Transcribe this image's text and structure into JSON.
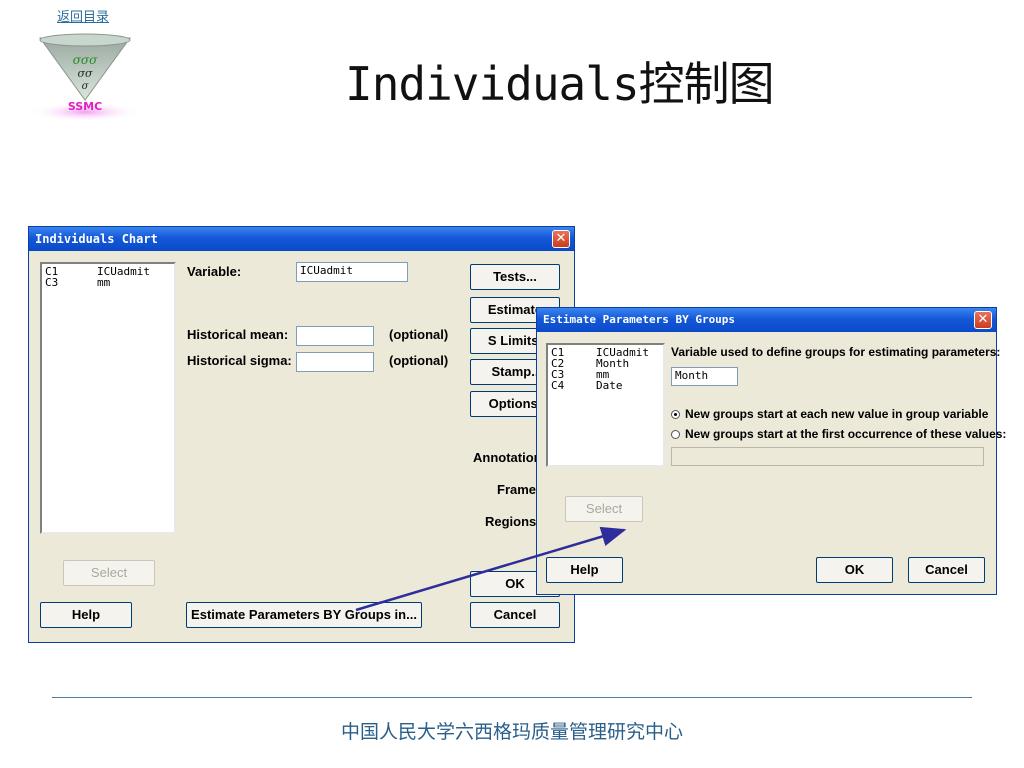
{
  "slide": {
    "back_link": "返回目录",
    "logo_text": "SSMC",
    "title": "Individuals控制图",
    "footer": "中国人民大学六西格玛质量管理研究中心"
  },
  "main_dialog": {
    "title": "Individuals Chart",
    "columns": [
      {
        "id": "C1",
        "name": "ICUadmit"
      },
      {
        "id": "C3",
        "name": "mm"
      }
    ],
    "variable_label": "Variable:",
    "variable_value": "ICUadmit",
    "hist_mean_label": "Historical mean:",
    "hist_sigma_label": "Historical sigma:",
    "optional_1": "(optional)",
    "optional_2": "(optional)",
    "buttons": {
      "tests": "Tests...",
      "estimate": "Estimate",
      "slimits": "S Limits.",
      "stamp": "Stamp..",
      "options": "Options.",
      "annotation": "Annotation",
      "frame": "Frame",
      "regions": "Regions",
      "select": "Select",
      "help": "Help",
      "estimate_by_groups": "Estimate Parameters BY Groups in...",
      "ok": "OK",
      "cancel": "Cancel"
    }
  },
  "sub_dialog": {
    "title": "Estimate Parameters BY Groups",
    "columns": [
      {
        "id": "C1",
        "name": "ICUadmit"
      },
      {
        "id": "C2",
        "name": "Month"
      },
      {
        "id": "C3",
        "name": "mm"
      },
      {
        "id": "C4",
        "name": "Date"
      }
    ],
    "variable_label": "Variable used to define groups for estimating parameters:",
    "variable_value": "Month",
    "radio_1": "New groups start at each new value in group variable",
    "radio_2": "New groups start at the first occurrence of these values:",
    "selected_radio": 1,
    "buttons": {
      "select": "Select",
      "help": "Help",
      "ok": "OK",
      "cancel": "Cancel"
    }
  },
  "colors": {
    "titlebar": "#0a4ac8",
    "dialog_bg": "#ece9d8",
    "arrow": "#2d2e9c"
  }
}
